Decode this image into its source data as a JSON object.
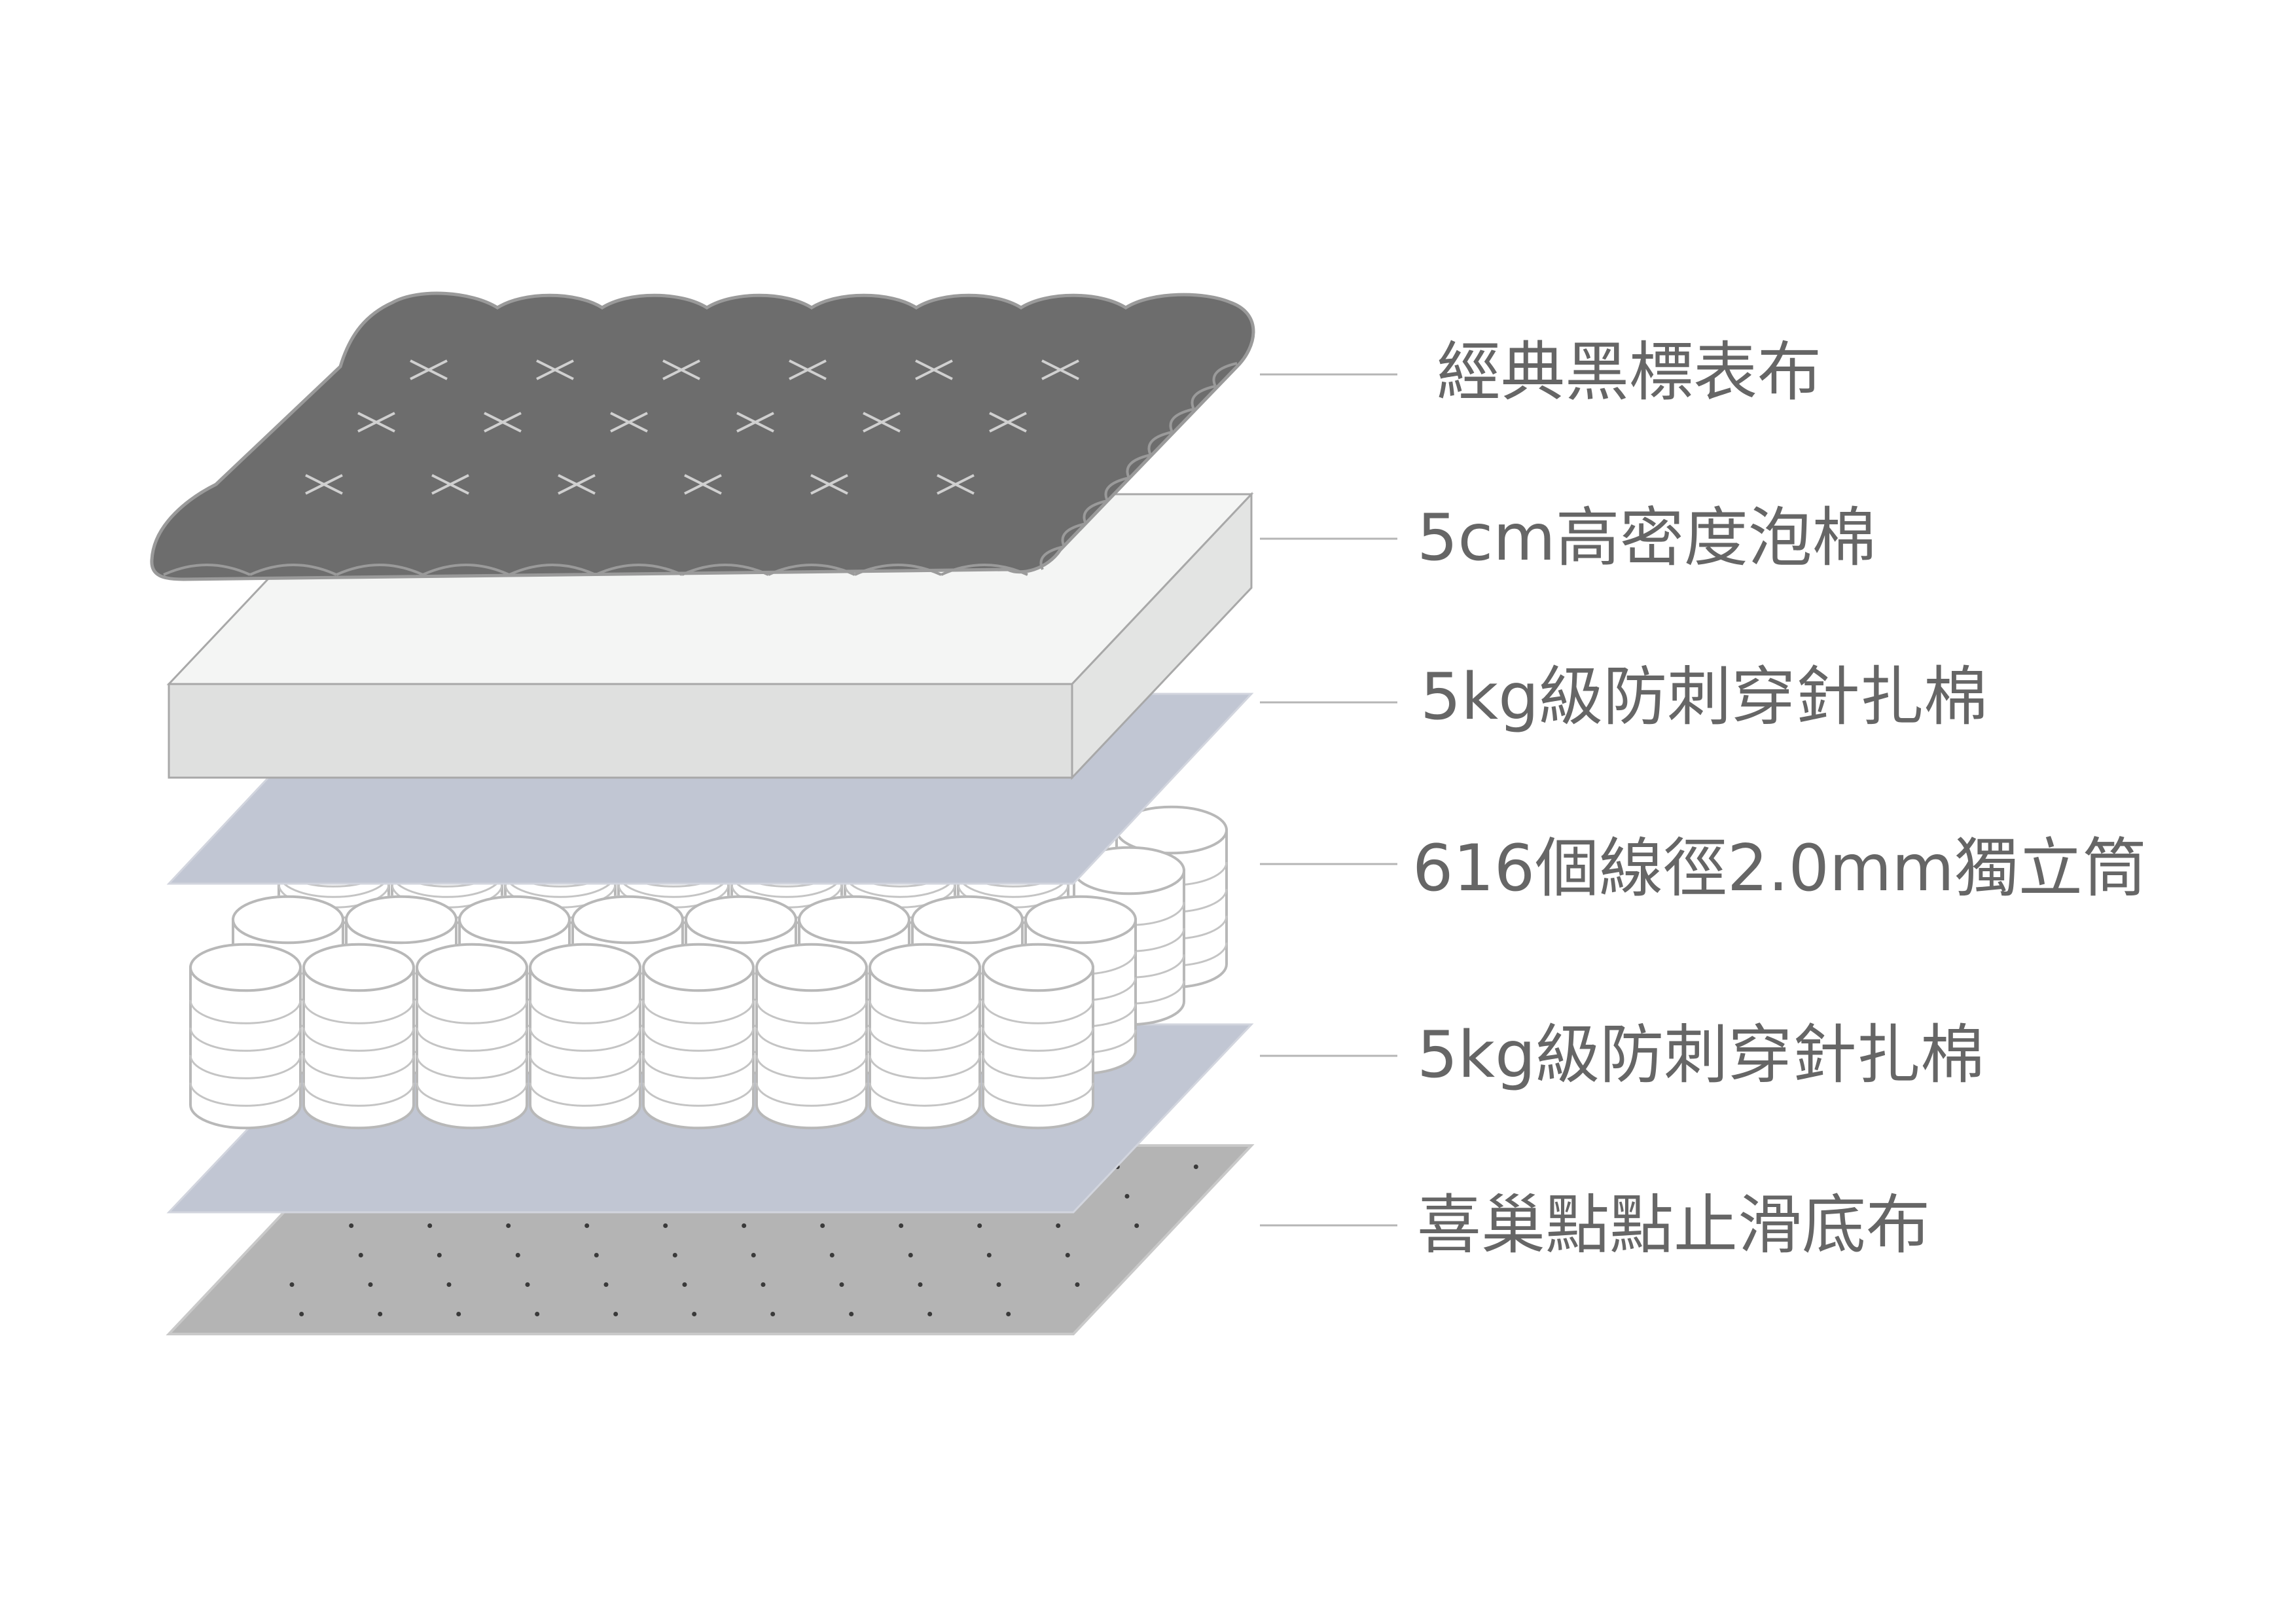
{
  "layers": [
    {
      "id": "top-fabric",
      "label": "經典黑標表布",
      "color": "#6c6c6c"
    },
    {
      "id": "foam",
      "label": "5cm高密度泡棉",
      "color": "#f3f4f3"
    },
    {
      "id": "felt-upper",
      "label": "5kg級防刺穿針扎棉",
      "color": "#c0c5d2"
    },
    {
      "id": "springs",
      "label": "616個線徑2.0mm獨立筒",
      "color": "#ffffff"
    },
    {
      "id": "felt-lower",
      "label": "5kg級防刺穿針扎棉",
      "color": "#c0c5d2"
    },
    {
      "id": "base-fabric",
      "label": "喜巢點點止滑底布",
      "color": "#b3b3b3"
    }
  ],
  "colors": {
    "label_text": "#666666",
    "leader_line": "#b5b5b5",
    "outline": "#a8a8a8"
  }
}
